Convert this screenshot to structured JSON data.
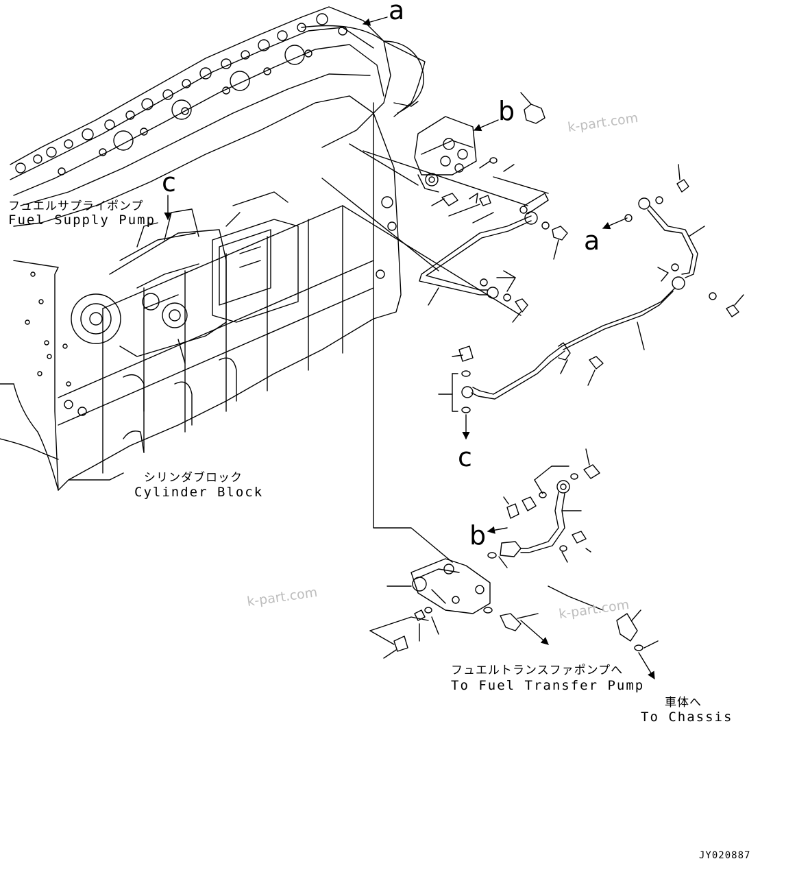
{
  "callouts": {
    "a_top": "a",
    "a_mid": "a",
    "b_top": "b",
    "b_bottom": "b",
    "c_left": "c",
    "c_mid": "c"
  },
  "labels": {
    "fuel_supply_pump_jp": "フュエルサプライポンプ",
    "fuel_supply_pump_en": "Fuel Supply Pump",
    "cylinder_block_jp": "シリンダブロック",
    "cylinder_block_en": "Cylinder Block",
    "to_fuel_transfer_pump_jp": "フュエルトランスファポンプへ",
    "to_fuel_transfer_pump_en": "To Fuel Transfer Pump",
    "to_chassis_jp": "車体へ",
    "to_chassis_en": "To Chassis"
  },
  "watermarks": [
    "k-part.com",
    "k-part.com",
    "k-part.com"
  ],
  "drawing_code": "JY020887"
}
